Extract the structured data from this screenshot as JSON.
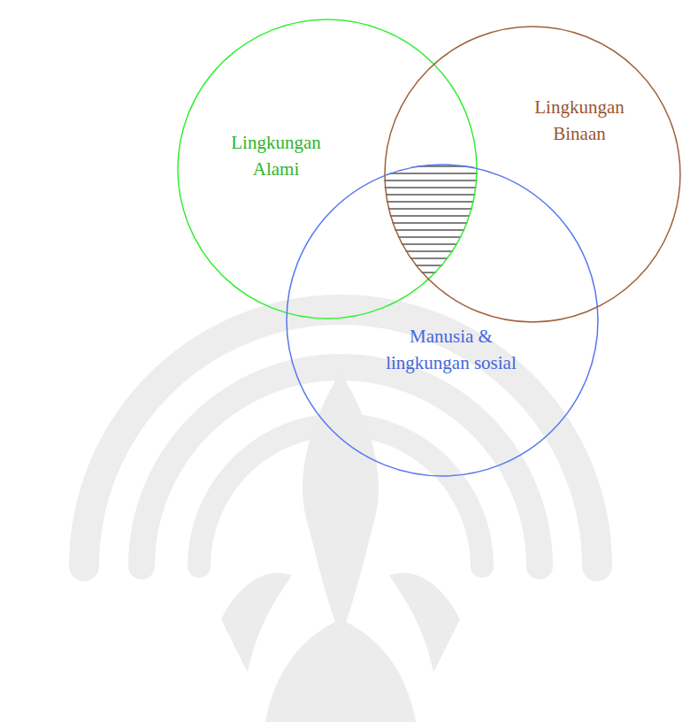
{
  "diagram": {
    "nodes": [
      {
        "text": [
          "Lingkungan Alami"
        ]
      },
      {
        "text": [
          "Lingkungan Binaan"
        ]
      },
      {
        "text": [
          "Manusia & lingkungan sosial"
        ]
      }
    ]
  }
}
